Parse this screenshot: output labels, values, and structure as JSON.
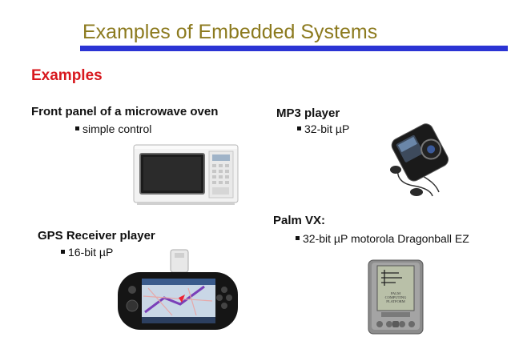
{
  "slide": {
    "title": "Examples of Embedded Systems",
    "section": "Examples",
    "items": [
      {
        "heading": "Front panel of a microwave oven",
        "bullet": "simple control",
        "image_icon": "microwave-oven-icon"
      },
      {
        "heading": "MP3 player",
        "bullet": "32-bit µP",
        "image_icon": "mp3-player-icon"
      },
      {
        "heading": "GPS Receiver player",
        "bullet": "16-bit µP",
        "image_icon": "handheld-gps-icon"
      },
      {
        "heading": "Palm VX:",
        "bullet": "32-bit µP motorola Dragonball EZ",
        "image_icon": "palm-pda-icon"
      }
    ],
    "palm_screen_text": [
      "PALM",
      "COMPUTING",
      "PLATFORM"
    ],
    "colors": {
      "title": "#8c7a1e",
      "title_bar": "#2b34d4",
      "section": "#d8181e"
    }
  }
}
